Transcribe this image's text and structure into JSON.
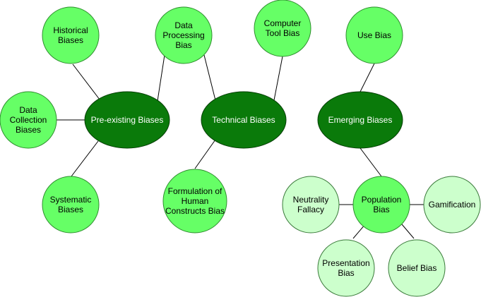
{
  "colors": {
    "main_fill": "#0a7a0a",
    "main_stroke": "#063f06",
    "sub_fill": "#66ff66",
    "sub_stroke": "#2f8f2f",
    "light_fill": "#ccffcc",
    "light_stroke": "#3a7a3a"
  },
  "nodes": {
    "pre_existing": {
      "lines": [
        "Pre-existing Biases"
      ]
    },
    "technical": {
      "lines": [
        "Technical Biases"
      ]
    },
    "emerging": {
      "lines": [
        "Emerging Biases"
      ]
    },
    "historical": {
      "lines": [
        "Historical",
        "Biases"
      ]
    },
    "data_collection": {
      "lines": [
        "Data",
        "Collection",
        "Biases"
      ]
    },
    "systematic": {
      "lines": [
        "Systematic",
        "Biases"
      ]
    },
    "data_processing": {
      "lines": [
        "Data",
        "Processing",
        "Bias"
      ]
    },
    "computer_tool": {
      "lines": [
        "Computer",
        "Tool Bias"
      ]
    },
    "formulation": {
      "lines": [
        "Formulation of",
        "Human",
        "Constructs Bias"
      ]
    },
    "use_bias": {
      "lines": [
        "Use Bias"
      ]
    },
    "population": {
      "lines": [
        "Population",
        "Bias"
      ]
    },
    "neutrality": {
      "lines": [
        "Neutrality",
        "Fallacy"
      ]
    },
    "gamification": {
      "lines": [
        "Gamification"
      ]
    },
    "presentation": {
      "lines": [
        "Presentation",
        "Bias"
      ]
    },
    "belief": {
      "lines": [
        "Belief Bias"
      ]
    }
  }
}
